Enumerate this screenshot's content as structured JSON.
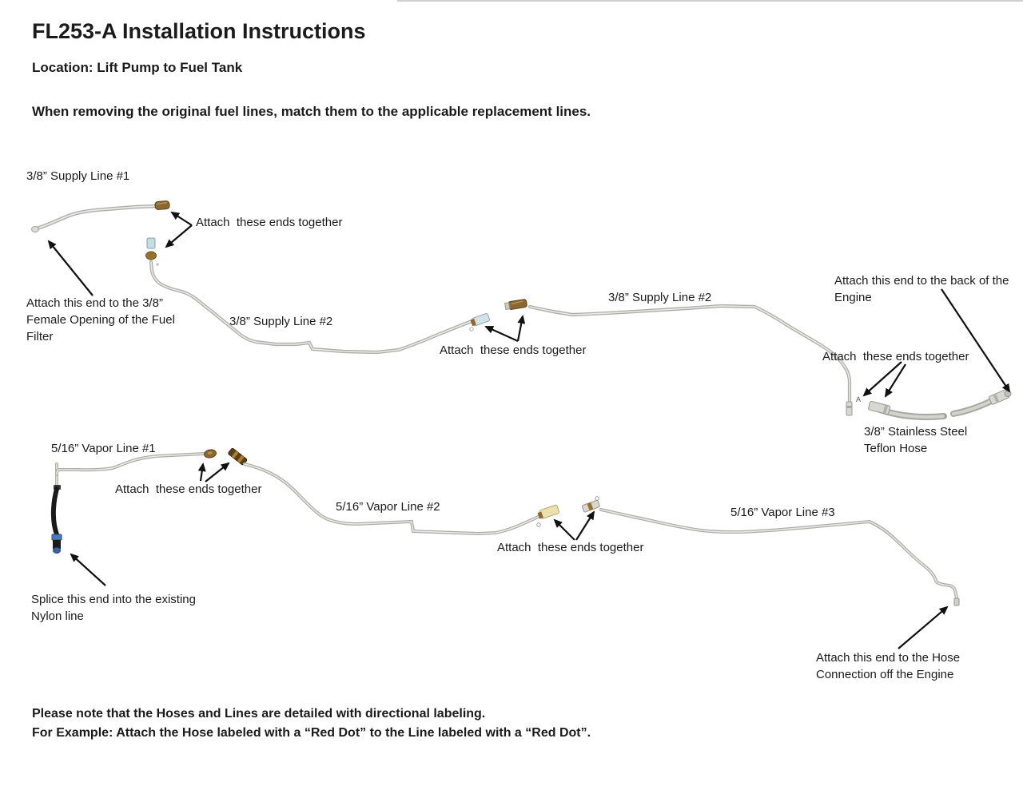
{
  "header": {
    "title": "FL253-A Installation Instructions",
    "location": "Location: Lift Pump to Fuel Tank",
    "instruction": "When removing the original fuel lines, match them to the applicable replacement lines."
  },
  "diagram": {
    "labels": {
      "supply_line_1": "3/8” Supply Line #1",
      "attach_ends_top": "Attach  these ends together",
      "attach_filter": "Attach this end to the 3/8” Female Opening of the Fuel Filter",
      "supply_line_2_left": "3/8” Supply Line #2",
      "supply_line_2_right": "3/8” Supply Line #2",
      "attach_ends_mid": "Attach  these ends together",
      "attach_engine_back": "Attach this end to the back of the Engine",
      "attach_ends_hose": "Attach  these ends together",
      "stainless_hose": "3/8” Stainless Steel Teflon Hose",
      "vapor_line_1": "5/16” Vapor Line #1",
      "attach_ends_vapor1": "Attach  these ends together",
      "vapor_line_2": "5/16” Vapor Line #2",
      "attach_ends_vapor2": "Attach  these ends together",
      "vapor_line_3": "5/16” Vapor Line #3",
      "splice_nylon": "Splice this end into the existing Nylon line",
      "attach_hose_connection": "Attach this end to the Hose Connection off the Engine",
      "marker_a": "A"
    }
  },
  "notes": {
    "line1": "Please note that the Hoses and Lines are detailed with directional labeling.",
    "line2": "For Example: Attach the Hose labeled with a “Red Dot” to the Line labeled with a “Red Dot”."
  },
  "colors": {
    "text": "#1b1b1b",
    "line_silver": "#adada9",
    "line_highlight": "#e9e9e6",
    "fitting_brass": "#8a6830",
    "fitting_blue": "#c6dde2",
    "fitting_cream": "#eee0ad",
    "splice_blue": "#4b79bd",
    "hose_black": "#1a1a1a",
    "arrow_black": "#111111",
    "top_rule": "#cfcfcf"
  }
}
